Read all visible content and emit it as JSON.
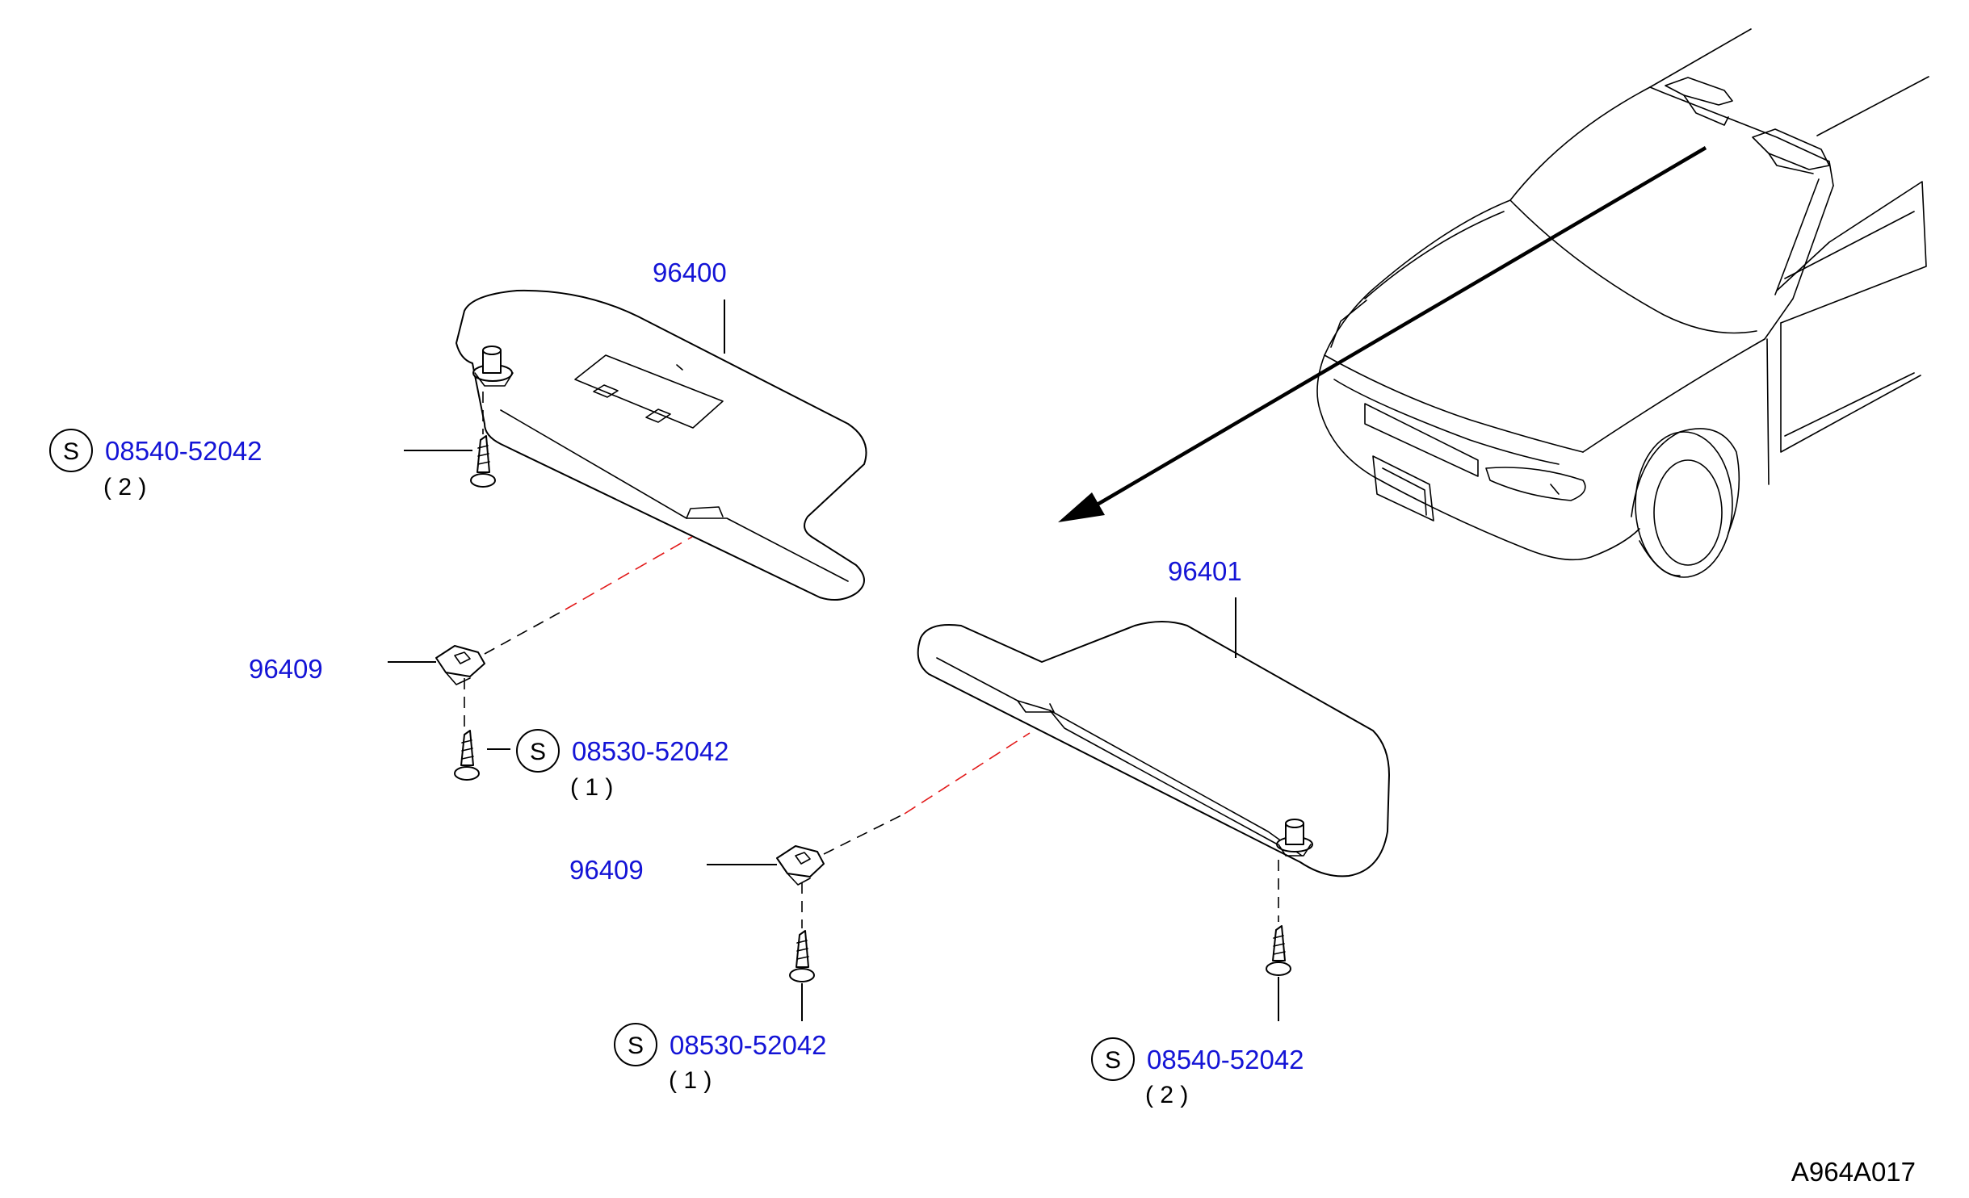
{
  "diagram": {
    "code": "A964A017",
    "callouts": [
      {
        "id": "sunvisor-left",
        "part_no": "96400"
      },
      {
        "id": "sunvisor-right",
        "part_no": "96401"
      },
      {
        "id": "holder-left",
        "part_no": "96409"
      },
      {
        "id": "holder-right",
        "part_no": "96409"
      }
    ],
    "screws": [
      {
        "id": "screw-visor-left",
        "symbol": "S",
        "part_no": "08540-52042",
        "qty": "( 2 )"
      },
      {
        "id": "screw-holder-left",
        "symbol": "S",
        "part_no": "08530-52042",
        "qty": "( 1 )"
      },
      {
        "id": "screw-holder-right",
        "symbol": "S",
        "part_no": "08530-52042",
        "qty": "( 1 )"
      },
      {
        "id": "screw-visor-right",
        "symbol": "S",
        "part_no": "08540-52042",
        "qty": "( 2 )"
      }
    ],
    "colors": {
      "part_number": "#1414d6",
      "guide_line": "#e21a1a",
      "ink": "#000000"
    }
  }
}
